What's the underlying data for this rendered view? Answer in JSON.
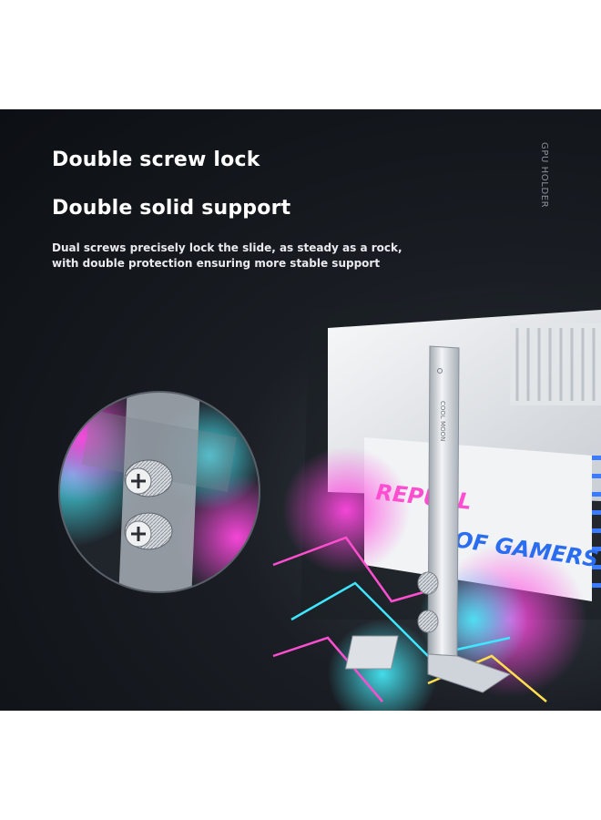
{
  "banner": {
    "headline_1": "Double screw lock",
    "headline_2": "Double solid support",
    "description": "Dual screws precisely lock the slide, as steady as a rock, with double protection ensuring more stable support",
    "vertical_tag": "GPU HOLDER",
    "card_brand_left": "REPUBL",
    "card_brand_right": "OF GAMERS",
    "bracket_engraving": "COOL MOON"
  },
  "colors": {
    "background": "#0c0f13",
    "rgb_pink": "#ff3fd8",
    "rgb_cyan": "#3fe6ff",
    "card_white": "#e9ecef"
  }
}
